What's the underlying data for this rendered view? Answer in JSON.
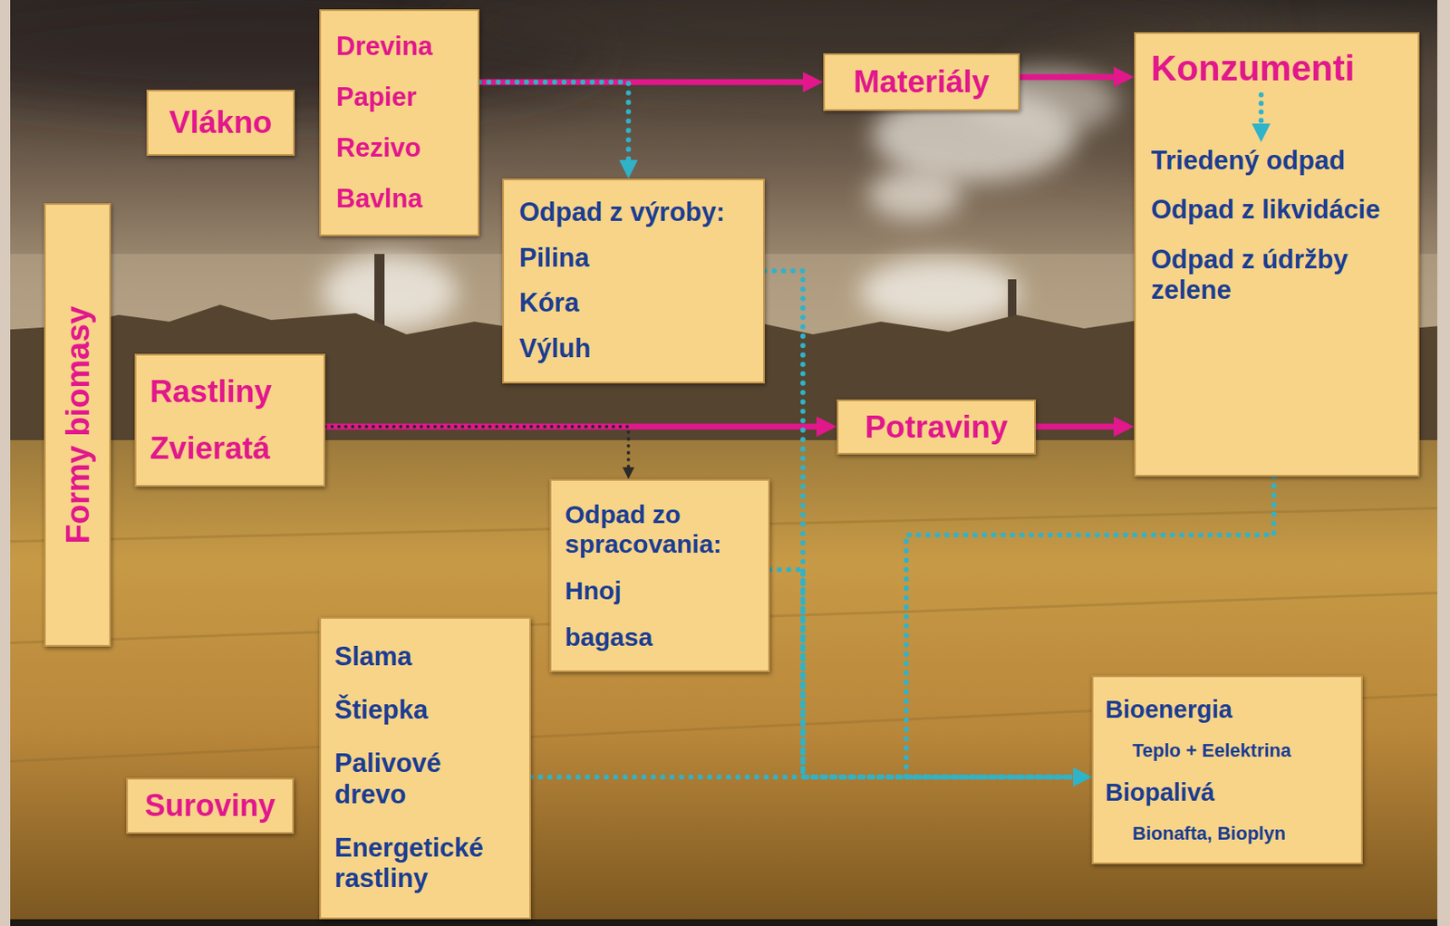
{
  "diagram": {
    "nodes": [
      {
        "text": [
          "Vlákno"
        ]
      },
      {
        "text": [
          "Drevina",
          "Papier",
          "Rezivo",
          "Bavlna"
        ]
      },
      {
        "text": [
          "Materiály"
        ]
      },
      {
        "text": [
          "Konzumenti",
          "Triedený odpad",
          "Odpad z likvidácie",
          "Odpad z údržby zelene"
        ]
      },
      {
        "text": [
          "Formy biomasy"
        ]
      },
      {
        "text": [
          "Odpad z výroby:",
          "Pilina",
          "Kóra",
          "Výluh"
        ]
      },
      {
        "text": [
          "Rastliny",
          "Zvieratá"
        ]
      },
      {
        "text": [
          "Potraviny"
        ]
      },
      {
        "text": [
          "Odpad zo spracovania:",
          "Hnoj",
          "bagasa"
        ]
      },
      {
        "text": [
          "Slama",
          "Štiepka",
          "Palivové drevo",
          "Energetické rastliny"
        ]
      },
      {
        "text": [
          "Suroviny"
        ]
      },
      {
        "text": [
          "Bioenergia",
          "Teplo + Eelektrina",
          "Biopalivá",
          "Bionafta, Bioplyn"
        ]
      }
    ],
    "edges": [
      {
        "from": 1,
        "to": 2,
        "arrow": "to"
      },
      {
        "from": 2,
        "to": 3,
        "arrow": "to"
      },
      {
        "from": 6,
        "to": 7,
        "arrow": "to"
      },
      {
        "from": 7,
        "to": 3,
        "arrow": "to"
      },
      {
        "from": 1,
        "to": 5,
        "arrow": "to"
      },
      {
        "from": 6,
        "to": 8,
        "arrow": "to"
      },
      {
        "from": 5,
        "to": 11,
        "arrow": "to"
      },
      {
        "from": 8,
        "to": 11,
        "arrow": "to"
      },
      {
        "from": 9,
        "to": 11,
        "arrow": "to"
      },
      {
        "from": 3,
        "to": 11,
        "arrow": "to"
      }
    ]
  }
}
